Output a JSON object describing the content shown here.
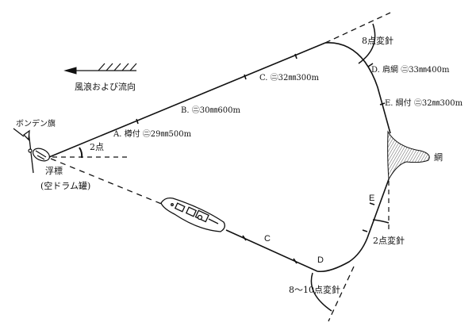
{
  "legend": {
    "wind_current": "風浪および流向"
  },
  "marker": {
    "flag": "ボンデン旗",
    "float": "浮標",
    "float_note": "(空ドラム罐)"
  },
  "angles": {
    "start": "2点",
    "top_right": "8点変針",
    "bottom_right": "2点変針",
    "bottom": "8～10点変針"
  },
  "segments": {
    "A": "A. 樽付 ㊁29㎜500m",
    "B": "B. ㊁30㎜600m",
    "C": "C. ㊁32㎜300m",
    "D": "D. 肩綱 ㊁33㎜400m",
    "E": "E. 綱付 ㊁32㎜300m"
  },
  "return_labels": {
    "C": "C",
    "D": "D",
    "E": "E"
  },
  "net": "網"
}
